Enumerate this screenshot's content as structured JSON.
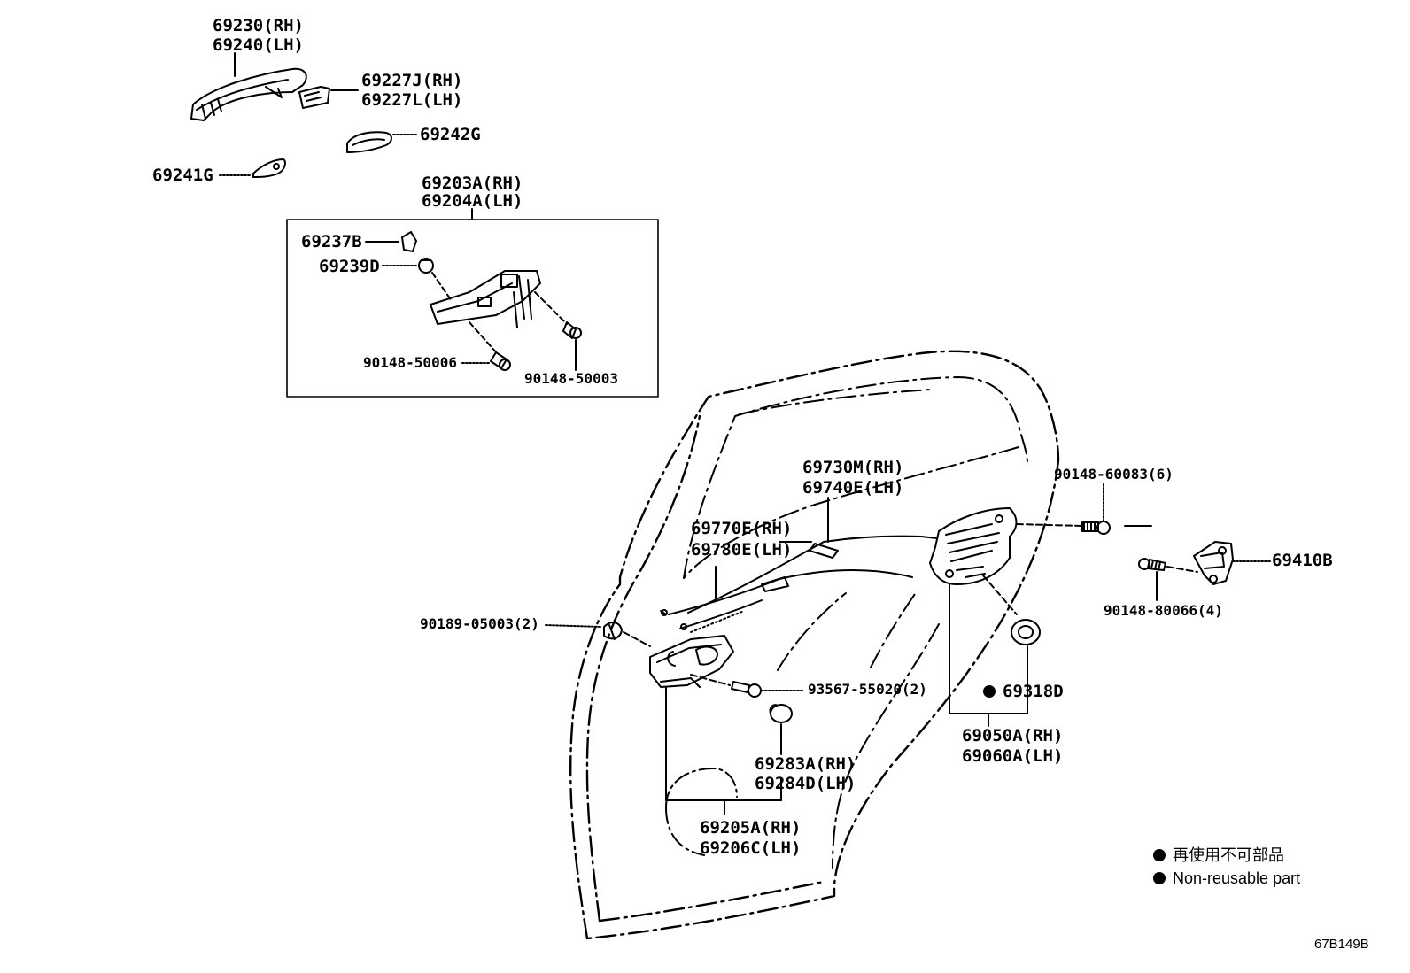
{
  "labels": {
    "p69230": "69230(RH)",
    "p69240": "69240(LH)",
    "p69227J": "69227J(RH)",
    "p69227L": "69227L(LH)",
    "p69242G": "69242G",
    "p69241G": "69241G",
    "p69203A": "69203A(RH)",
    "p69204A": "69204A(LH)",
    "p69237B": "69237B",
    "p69239D": "69239D",
    "p90148_50006": "90148-50006",
    "p90148_50003": "90148-50003",
    "p69730M": "69730M(RH)",
    "p69740E": "69740E(LH)",
    "p69770E": "69770E(RH)",
    "p69780E": "69780E(LH)",
    "p90148_60083": "90148-60083(6)",
    "p69410B": "69410B",
    "p90148_80066": "90148-80066(4)",
    "p90189_05003": "90189-05003(2)",
    "p93567_55020": "93567-55020(2)",
    "p69318D": "69318D",
    "p69050A": "69050A(RH)",
    "p69060A": "69060A(LH)",
    "p69283A": "69283A(RH)",
    "p69284D": "69284D(LH)",
    "p69205A": "69205A(RH)",
    "p69206C": "69206C(LH)"
  },
  "legend": {
    "japanese": "再使用不可部品",
    "english": "Non-reusable part"
  },
  "diagram_ref": "67B149B"
}
